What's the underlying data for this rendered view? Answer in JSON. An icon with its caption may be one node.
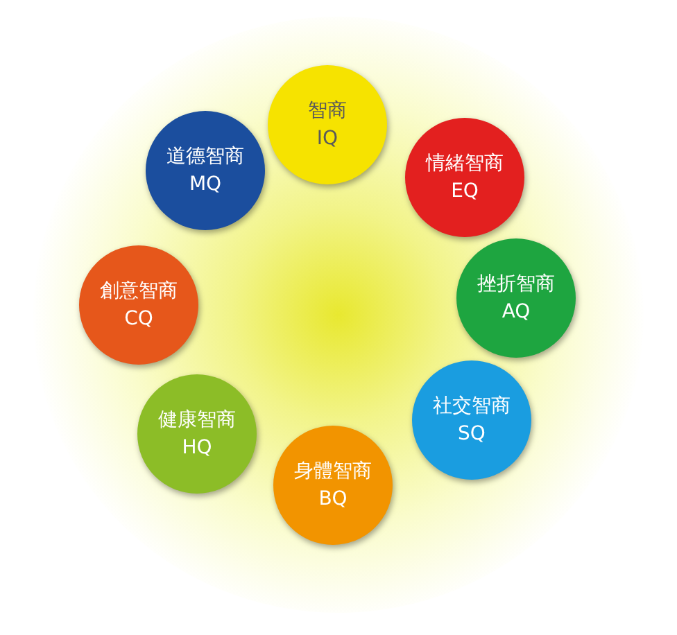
{
  "diagram": {
    "nodes": [
      {
        "text": [
          "智商",
          "IQ"
        ]
      },
      {
        "text": [
          "情緒智商",
          "EQ"
        ]
      },
      {
        "text": [
          "挫折智商",
          "AQ"
        ]
      },
      {
        "text": [
          "社交智商",
          "SQ"
        ]
      },
      {
        "text": [
          "身體智商",
          "BQ"
        ]
      },
      {
        "text": [
          "健康智商",
          "HQ"
        ]
      },
      {
        "text": [
          "創意智商",
          "CQ"
        ]
      },
      {
        "text": [
          "道德智商",
          "MQ"
        ]
      }
    ],
    "edges": []
  }
}
